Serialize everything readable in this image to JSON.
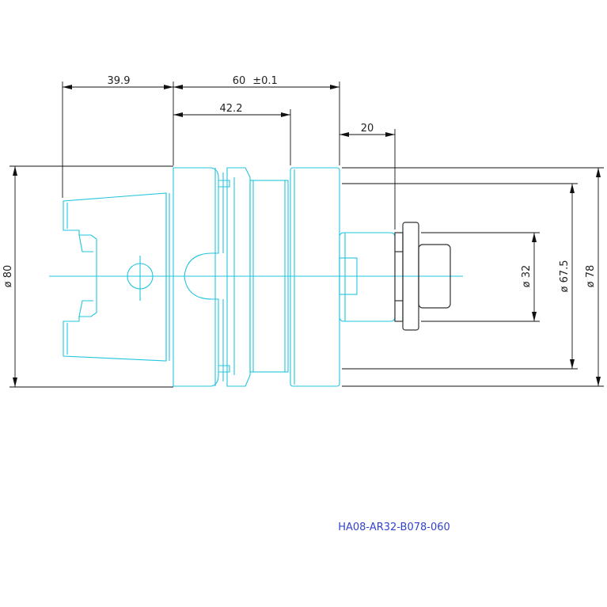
{
  "dimensions": {
    "length_shank": "39.9",
    "length_total": "60",
    "length_tolerance": "±0.1",
    "length_flange": "42.2",
    "length_arbor": "20",
    "dia_shank": "ø 80",
    "dia_arbor": "ø 32",
    "dia_face_inner": "ø 67.5",
    "dia_face_outer": "ø 78"
  },
  "part_number": "HA08-AR32-B078-060",
  "colors": {
    "outline": "#22c5dd",
    "cutter_outline": "#333333",
    "dimension": "#111111",
    "part_number": "#3344cc"
  }
}
